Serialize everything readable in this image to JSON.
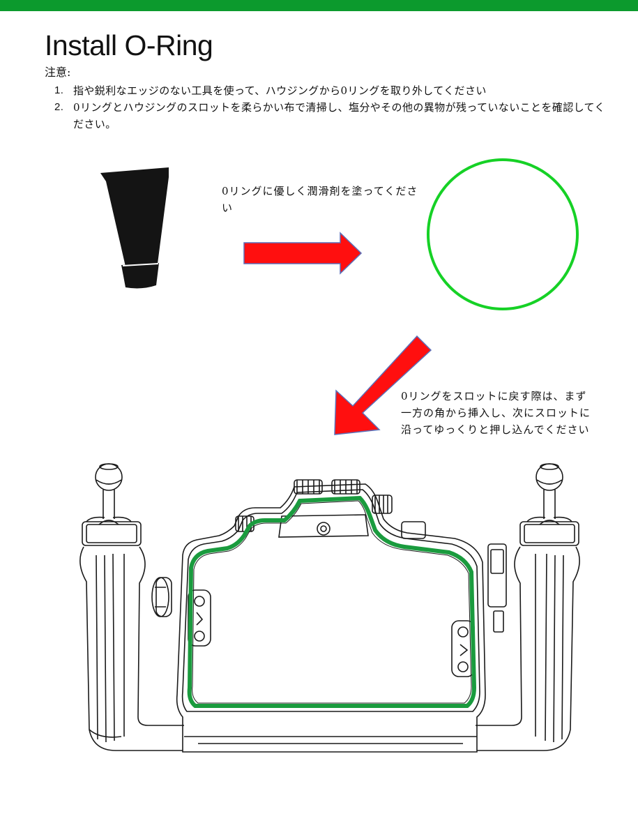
{
  "page": {
    "title": "Install O-Ring",
    "caution_heading": "注意:",
    "steps": [
      {
        "number": "1.",
        "text": "指や鋭利なエッジのない工具を使って、ハウジングから0リングを取り外してください"
      },
      {
        "number": "2.",
        "text": "0リングとハウジングのスロットを柔らかい布で清掃し、塩分やその他の異物が残っていないことを確認してください。"
      }
    ],
    "notes": {
      "lubricate": "0リングに優しく潤滑剤を塗ってください",
      "insert": "0リングをスロットに戻す際は、まず一方の角から挿入し、次にスロットに沿ってゆっくりと押し込んでください"
    }
  },
  "colors": {
    "top_bar": "#0c9a2d",
    "arrow": "#ff0f0f",
    "arrow_outline": "#5b6fb8",
    "ring": "#16d126",
    "ring_band": "#1a9b3e",
    "tube": "#141414",
    "line_art": "#1a1a1a"
  },
  "icons": {
    "tube": "lubricant-tube-icon",
    "arrow_right": "arrow-right-icon",
    "arrow_down": "arrow-down-left-icon",
    "ring": "o-ring-circle",
    "housing": "camera-housing-drawing"
  }
}
